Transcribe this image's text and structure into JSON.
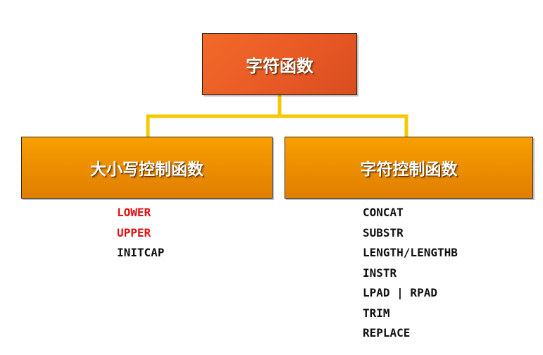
{
  "diagram": {
    "root": {
      "label": "字符函数"
    },
    "children": [
      {
        "label": "大小写控制函数",
        "functions": [
          {
            "name": "LOWER",
            "color": "#e01010"
          },
          {
            "name": "UPPER",
            "color": "#e01010"
          },
          {
            "name": "INITCAP",
            "color": "#111111"
          }
        ]
      },
      {
        "label": "字符控制函数",
        "functions": [
          {
            "name": "CONCAT",
            "color": "#111111"
          },
          {
            "name": "SUBSTR",
            "color": "#111111"
          },
          {
            "name": "LENGTH/LENGTHB",
            "color": "#111111"
          },
          {
            "name": "INSTR",
            "color": "#111111"
          },
          {
            "name": "LPAD | RPAD",
            "color": "#111111"
          },
          {
            "name": "TRIM",
            "color": "#111111"
          },
          {
            "name": "REPLACE",
            "color": "#111111"
          }
        ]
      }
    ],
    "colors": {
      "root_fill": "#e85a25",
      "child_fill": "#ec8c00",
      "connector": "#f5c800"
    }
  }
}
